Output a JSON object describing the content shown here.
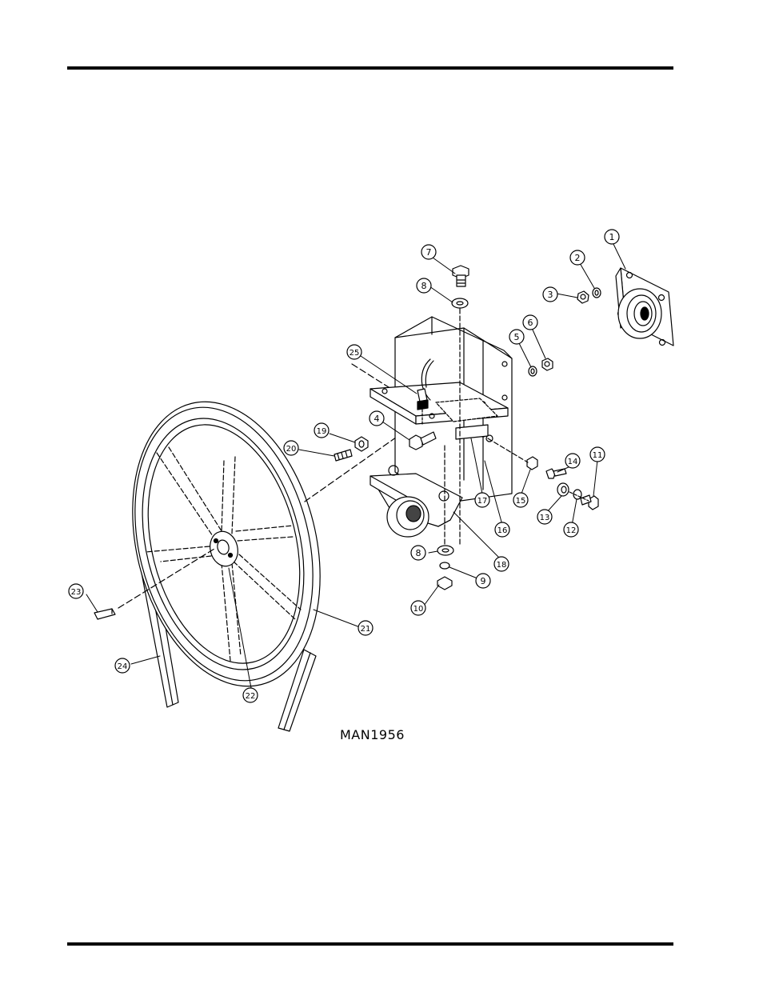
{
  "figure": {
    "drawing_id": "MAN1956"
  },
  "callouts": [
    {
      "label": "1"
    },
    {
      "label": "2"
    },
    {
      "label": "3"
    },
    {
      "label": "4"
    },
    {
      "label": "5"
    },
    {
      "label": "6"
    },
    {
      "label": "7"
    },
    {
      "label": "8"
    },
    {
      "label": "8"
    },
    {
      "label": "9"
    },
    {
      "label": "10"
    },
    {
      "label": "11"
    },
    {
      "label": "12"
    },
    {
      "label": "13"
    },
    {
      "label": "14"
    },
    {
      "label": "15"
    },
    {
      "label": "16"
    },
    {
      "label": "17"
    },
    {
      "label": "18"
    },
    {
      "label": "19"
    },
    {
      "label": "20"
    },
    {
      "label": "21"
    },
    {
      "label": "22"
    },
    {
      "label": "23"
    },
    {
      "label": "24"
    },
    {
      "label": "25"
    }
  ]
}
